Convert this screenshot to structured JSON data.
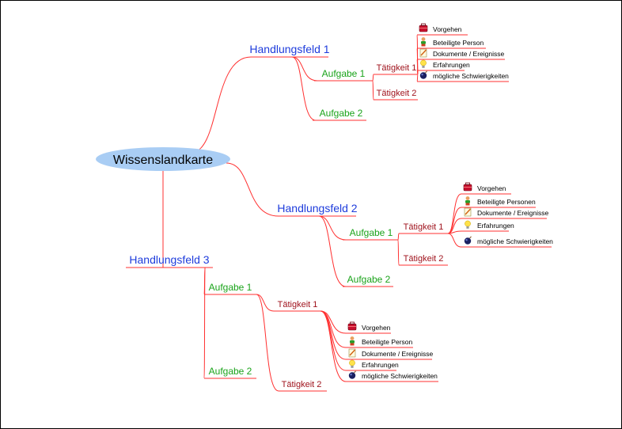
{
  "center": {
    "label": "Wissenslandkarte"
  },
  "colors": {
    "line": "#ff3030",
    "center_fill": "#a9cdf4",
    "handlungsfeld": "#1e3cdc",
    "aufgabe": "#1aa31a",
    "taetigkeit": "#a0141e",
    "detail": "#000000"
  },
  "branches": [
    {
      "label": "Handlungsfeld 1",
      "aufgaben": [
        {
          "label": "Aufgabe 1",
          "taetigkeiten": [
            {
              "label": "Tätigkeit 1",
              "details": [
                {
                  "icon": "briefcase-icon",
                  "label": "Vorgehen"
                },
                {
                  "icon": "person-icon",
                  "label": "Beteiligte Person"
                },
                {
                  "icon": "document-icon",
                  "label": "Dokumente / Ereignisse"
                },
                {
                  "icon": "lightbulb-icon",
                  "label": "Erfahrungen"
                },
                {
                  "icon": "bomb-icon",
                  "label": "mögliche Schwierigkeiten"
                }
              ]
            },
            {
              "label": "Tätigkeit 2"
            }
          ]
        },
        {
          "label": "Aufgabe 2"
        }
      ]
    },
    {
      "label": "Handlungsfeld 2",
      "aufgaben": [
        {
          "label": "Aufgabe 1",
          "taetigkeiten": [
            {
              "label": "Tätigkeit 1",
              "details": [
                {
                  "icon": "briefcase-icon",
                  "label": "Vorgehen"
                },
                {
                  "icon": "person-icon",
                  "label": "Beteiligte Personen"
                },
                {
                  "icon": "document-icon",
                  "label": "Dokumente / Ereignisse"
                },
                {
                  "icon": "lightbulb-icon",
                  "label": "Erfahrungen"
                },
                {
                  "icon": "bomb-icon",
                  "label": "mögliche Schwierigkeiten"
                }
              ]
            },
            {
              "label": "Tätigkeit 2"
            }
          ]
        },
        {
          "label": "Aufgabe 2"
        }
      ]
    },
    {
      "label": "Handlungsfeld 3",
      "aufgaben": [
        {
          "label": "Aufgabe 1",
          "taetigkeiten": [
            {
              "label": "Tätigkeit 1",
              "details": [
                {
                  "icon": "briefcase-icon",
                  "label": "Vorgehen"
                },
                {
                  "icon": "person-icon",
                  "label": "Beteiligte Person"
                },
                {
                  "icon": "document-icon",
                  "label": "Dokumente / Ereignisse"
                },
                {
                  "icon": "lightbulb-icon",
                  "label": "Erfahrungen"
                },
                {
                  "icon": "bomb-icon",
                  "label": "mögliche Schwierigkeiten"
                }
              ]
            },
            {
              "label": "Tätigkeit 2"
            }
          ]
        },
        {
          "label": "Aufgabe 2"
        }
      ]
    }
  ]
}
